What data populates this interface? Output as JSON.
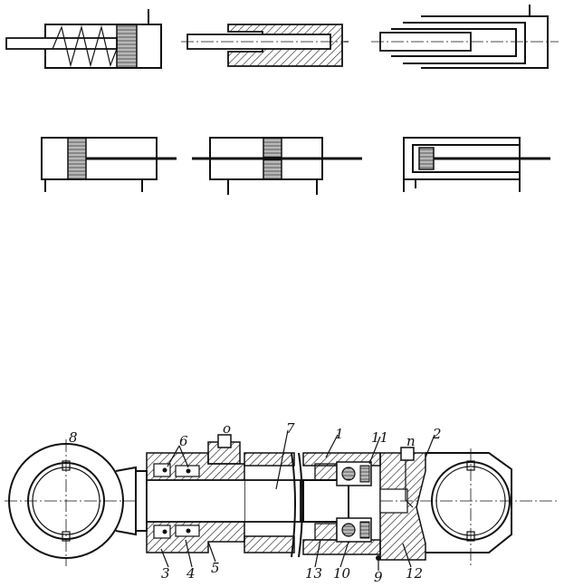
{
  "labels": {
    "l1": "1",
    "l2": "2",
    "l3": "3",
    "l4": "4",
    "l5": "5",
    "l6": "6",
    "l7": "7",
    "l8": "8",
    "l9": "9",
    "l10": "10",
    "l11": "11",
    "l12": "12",
    "l13": "13",
    "lo": "o",
    "lp": "п"
  }
}
